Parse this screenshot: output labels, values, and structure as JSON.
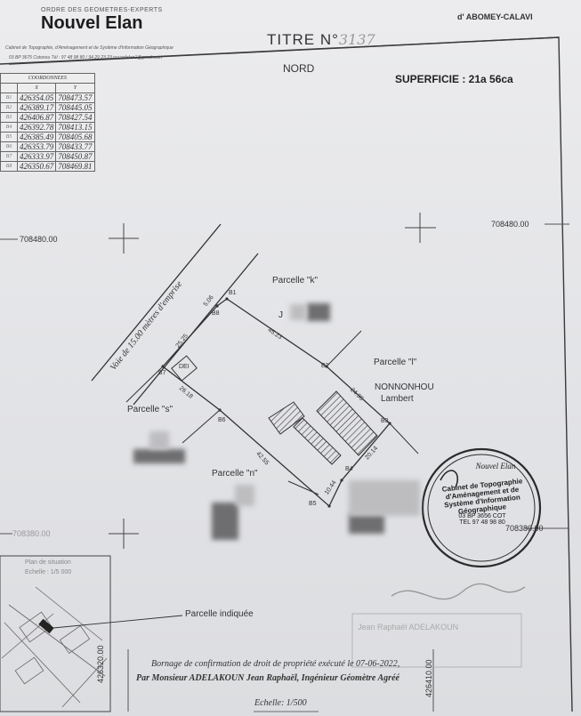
{
  "header": {
    "order_line": "ORDRE DES GEOMETRES-EXPERTS",
    "brand": "Nouvel Elan",
    "cabinet_line": "Cabinet de Topographie, d'Aménagement et de Système d'Information Géographique",
    "contact_line": "03 BP 3675 Cotonou Tél : 97 48 98 80 / 94 29 23 23 nouvelelan1@gmail.com",
    "titre_label": "TITRE N°",
    "titre_value": "3137",
    "locality": "d' ABOMEY-CALAVI"
  },
  "north_label": "NORD",
  "superficie": "SUPERFICIE : 21a 56ca",
  "coordinates": {
    "title": "COORDONNEES",
    "col_x": "X",
    "col_y": "Y",
    "rows": [
      {
        "id": "B1",
        "x": "426354.05",
        "y": "708473.57"
      },
      {
        "id": "B2",
        "x": "426389.17",
        "y": "708445.05"
      },
      {
        "id": "B3",
        "x": "426406.87",
        "y": "708427.54"
      },
      {
        "id": "B4",
        "x": "426392.78",
        "y": "708413.15"
      },
      {
        "id": "B5",
        "x": "426385.49",
        "y": "708405.68"
      },
      {
        "id": "B6",
        "x": "426353.79",
        "y": "708433.77"
      },
      {
        "id": "B7",
        "x": "426333.97",
        "y": "708450.87"
      },
      {
        "id": "B8",
        "x": "426350.67",
        "y": "708469.81"
      }
    ]
  },
  "grid_labels": {
    "y_top_left": "708480.00",
    "y_top_right": "708480.00",
    "y_bottom_left": "708380.00",
    "y_bottom_right": "708380.00",
    "x_left": "426320.00",
    "x_right": "426410.00"
  },
  "plan": {
    "road_label": "Voie de 15.00 mètres d'emprise",
    "road_width": "25.25",
    "dim_b1b8": "5.06",
    "dim_b1b2": "45.23",
    "dim_b2b3": "24.90",
    "dim_b3b4": "20.14",
    "dim_b7b6": "26.18",
    "dim_b6b5": "42.55",
    "dim_b4b5": "10.44",
    "dei_label": "DEI",
    "beacons": [
      "B1",
      "B2",
      "B3",
      "B4",
      "B5",
      "B6",
      "B7",
      "B8"
    ],
    "parcel_k": "Parcelle \"k\"",
    "parcel_l": "Parcelle \"l\"",
    "parcel_s": "Parcelle \"s\"",
    "parcel_n": "Parcelle \"n\"",
    "owner_name": "NONNONHOU",
    "owner_first": "Lambert",
    "parcel_j": "J"
  },
  "location_plan": {
    "title": "Plan de situation",
    "scale": "Echelle : 1/5 000",
    "callout": "Parcelle indiquée"
  },
  "stamp": {
    "brand": "Nouvel Elan",
    "line1": "Cabinet de Topographie",
    "line2": "d'Aménagement et de",
    "line3": "Système d'Information",
    "line4": "Géographique",
    "line5": "03 BP 3656 COT",
    "line6": "TEL 97 48 98 80"
  },
  "footer": {
    "line1": "Bornage de confirmation de droit de propriété exécuté le 07-06-2022,",
    "line2": "Par Monsieur ADELAKOUN Jean Raphaël, Ingénieur Géomètre Agréé",
    "scale": "Echelle: 1/500",
    "signature": "Jean Raphaël ADELAKOUN"
  }
}
